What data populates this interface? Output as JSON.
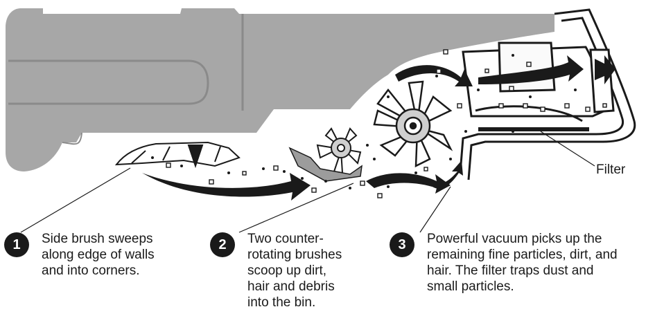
{
  "callouts": {
    "filter": "Filter"
  },
  "steps": [
    {
      "number": "1",
      "text": "Side brush sweeps\nalong edge of walls\nand into corners."
    },
    {
      "number": "2",
      "text": "Two counter-\nrotating brushes\nscoop up dirt,\nhair and debris\ninto the bin."
    },
    {
      "number": "3",
      "text": "Powerful vacuum picks up the\nremaining fine particles, dirt, and\nhair. The filter traps dust and\nsmall particles."
    }
  ],
  "colors": {
    "body_gray": "#a7a7a7",
    "outline": "#1a1a1a",
    "badge": "#1a1a1a"
  }
}
